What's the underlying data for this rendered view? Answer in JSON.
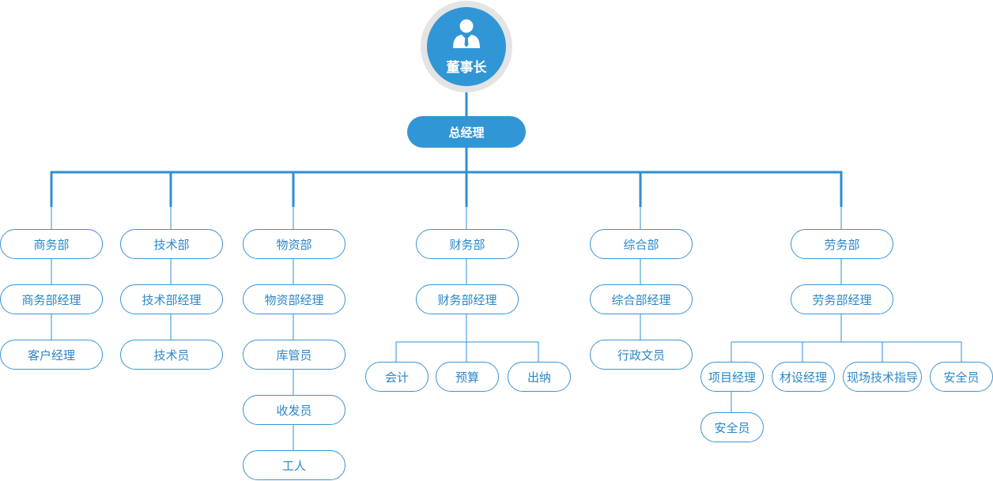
{
  "colors": {
    "primary": "#3196d6",
    "line": "#2f8fcf",
    "ring": "#e4e4e4",
    "node_text": "#2a87c8"
  },
  "chairman": {
    "label": "董事长",
    "icon": "businessman-icon"
  },
  "general_manager": {
    "label": "总经理"
  },
  "departments": [
    {
      "name": "商务部",
      "manager": "商务部经理",
      "staff": [
        "客户经理"
      ]
    },
    {
      "name": "技术部",
      "manager": "技术部经理",
      "staff": [
        "技术员"
      ]
    },
    {
      "name": "物资部",
      "manager": "物资部经理",
      "staff": [
        "库管员",
        "收发员",
        "工人"
      ]
    },
    {
      "name": "财务部",
      "manager": "财务部经理",
      "staff": [
        "会计",
        "预算",
        "出纳"
      ]
    },
    {
      "name": "综合部",
      "manager": "综合部经理",
      "staff": [
        "行政文员"
      ]
    },
    {
      "name": "劳务部",
      "manager": "劳务部经理",
      "staff": [
        "项目经理",
        "材设经理",
        "现场技术指导",
        "安全员"
      ],
      "sub_staff": [
        "安全员"
      ]
    }
  ]
}
